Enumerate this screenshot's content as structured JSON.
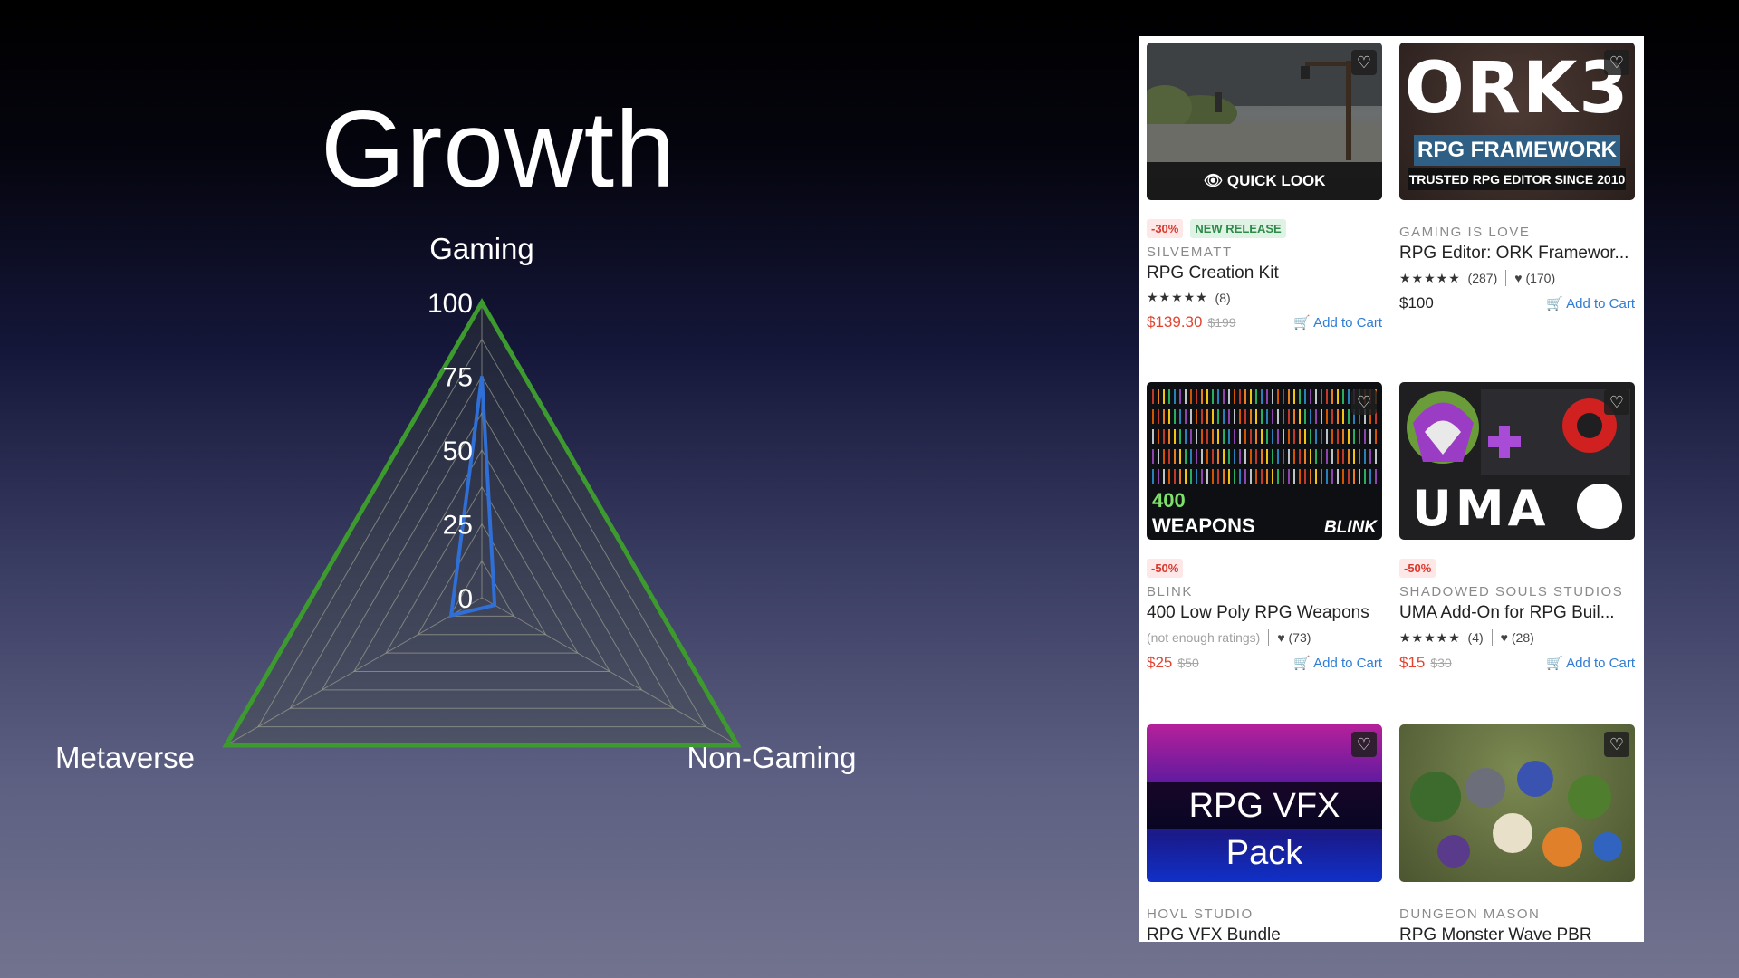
{
  "slide": {
    "title": "Growth"
  },
  "chart_data": {
    "type": "radar",
    "axes": [
      "Gaming",
      "Non-Gaming",
      "Metaverse"
    ],
    "ticks": [
      0,
      25,
      50,
      75,
      100
    ],
    "range": [
      0,
      100
    ],
    "series": [
      {
        "values": [
          100,
          100,
          100
        ],
        "color": "#3d9a2f"
      },
      {
        "values": [
          75,
          5,
          12
        ],
        "color": "#2f6fd6"
      }
    ],
    "grid": true
  },
  "store": {
    "cards": [
      {
        "thumb_text": "",
        "quick_look": "QUICK LOOK",
        "badges": [
          {
            "text": "-30%",
            "kind": "sale"
          },
          {
            "text": "NEW RELEASE",
            "kind": "new"
          }
        ],
        "publisher": "SILVEMATT",
        "title": "RPG Creation Kit",
        "rating": "★★★★★",
        "rating_count": "(8)",
        "favorites": "",
        "price": "$139.30",
        "old_price": "$199",
        "add_to_cart": "Add to Cart"
      },
      {
        "thumb_text": "ORK3",
        "thumb_sub": "RPG FRAMEWORK",
        "thumb_tag": "TRUSTED RPG EDITOR SINCE 2010",
        "badges": [],
        "publisher": "GAMING IS LOVE",
        "title": "RPG Editor: ORK Framewor...",
        "rating": "★★★★★",
        "rating_count": "(287)",
        "favorites": "(170)",
        "price": "$100",
        "old_price": "",
        "add_to_cart": "Add to Cart"
      },
      {
        "thumb_text": "400",
        "thumb_sub": "WEAPONS",
        "thumb_tag": "BLINK",
        "badges": [
          {
            "text": "-50%",
            "kind": "sale"
          }
        ],
        "publisher": "BLINK",
        "title": "400 Low Poly RPG Weapons",
        "rating": "(not enough ratings)",
        "rating_count": "",
        "favorites": "(73)",
        "price": "$25",
        "old_price": "$50",
        "add_to_cart": "Add to Cart"
      },
      {
        "thumb_text": "UMA",
        "badges": [
          {
            "text": "-50%",
            "kind": "sale"
          }
        ],
        "publisher": "SHADOWED SOULS STUDIOS",
        "title": "UMA Add-On for RPG Buil...",
        "rating": "★★★★★",
        "rating_count": "(4)",
        "favorites": "(28)",
        "price": "$15",
        "old_price": "$30",
        "add_to_cart": "Add to Cart"
      },
      {
        "thumb_text": "RPG VFX Pack",
        "badges": [],
        "publisher": "HOVL STUDIO",
        "title": "RPG VFX Bundle"
      },
      {
        "thumb_text": "",
        "badges": [],
        "publisher": "DUNGEON MASON",
        "title": "RPG Monster Wave PBR"
      }
    ]
  }
}
